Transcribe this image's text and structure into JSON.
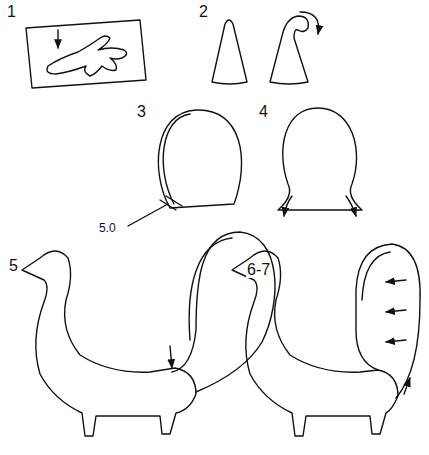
{
  "diagram": {
    "labels": [
      "1",
      "2",
      "3",
      "5.0",
      "4",
      "5",
      "6-7"
    ]
  }
}
